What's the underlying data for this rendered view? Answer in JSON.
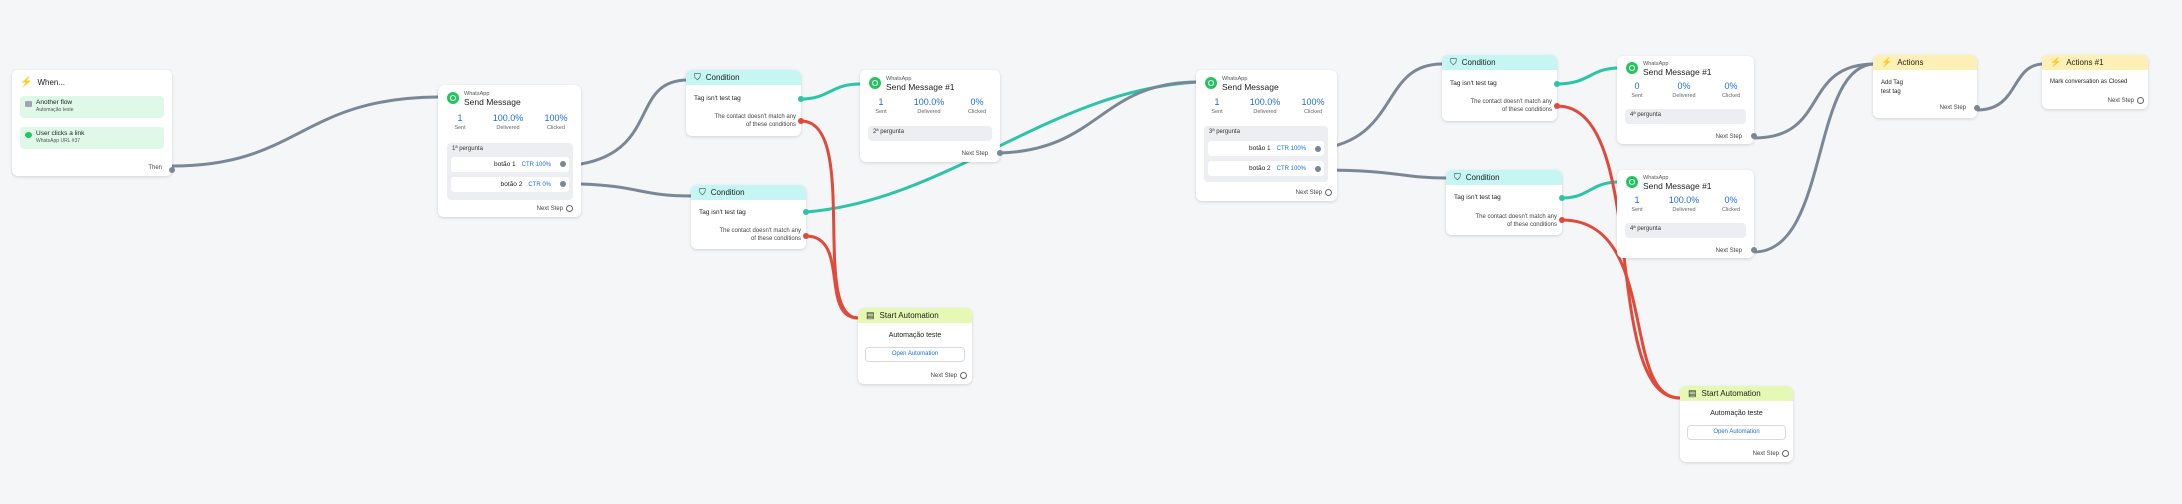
{
  "colors": {
    "edge_gray": "#7a8797",
    "edge_green": "#2bc5a5",
    "edge_red": "#e04a3a",
    "accent_blue": "#1d6fe0"
  },
  "trigger": {
    "title": "When...",
    "items": [
      {
        "icon": "flow-icon",
        "title": "Another flow",
        "subtitle": "Automação teste"
      },
      {
        "icon": "whatsapp-icon",
        "title": "User clicks a link",
        "subtitle": "WhatsApp URL #37"
      }
    ],
    "next_label": "Then"
  },
  "msg1": {
    "channel": "WhatsApp",
    "title": "Send Message",
    "stats": [
      {
        "value": "1",
        "label": "Sent"
      },
      {
        "value": "100.0%",
        "label": "Delivered"
      },
      {
        "value": "100%",
        "label": "Clicked"
      }
    ],
    "question": "1ª pergunta",
    "buttons": [
      {
        "label": "botão 1",
        "ctr": "CTR 100%"
      },
      {
        "label": "botão 2",
        "ctr": "CTR 0%"
      }
    ],
    "next": "Next Step"
  },
  "cond1": {
    "header": "Condition",
    "rule": "Tag isn't test tag",
    "fail1": "The contact doesn't match any",
    "fail2": "of these conditions"
  },
  "cond2": {
    "header": "Condition",
    "rule": "Tag isn't test tag",
    "fail1": "The contact doesn't match any",
    "fail2": "of these conditions"
  },
  "msg2": {
    "channel": "WhatsApp",
    "title": "Send Message #1",
    "stats": [
      {
        "value": "1",
        "label": "Sent"
      },
      {
        "value": "100.0%",
        "label": "Delivered"
      },
      {
        "value": "0%",
        "label": "Clicked"
      }
    ],
    "question": "2ª pergunta",
    "next": "Next Step"
  },
  "start1": {
    "header": "Start Automation",
    "name": "Automação teste",
    "button": "Open Automation",
    "next": "Next Step"
  },
  "msg3": {
    "channel": "WhatsApp",
    "title": "Send Message",
    "stats": [
      {
        "value": "1",
        "label": "Sent"
      },
      {
        "value": "100.0%",
        "label": "Delivered"
      },
      {
        "value": "100%",
        "label": "Clicked"
      }
    ],
    "question": "3ª pergunta",
    "buttons": [
      {
        "label": "botão 1",
        "ctr": "CTR 100%"
      },
      {
        "label": "botão 2",
        "ctr": "CTR 100%"
      }
    ],
    "next": "Next Step"
  },
  "cond3": {
    "header": "Condition",
    "rule": "Tag isn't test tag",
    "fail1": "The contact doesn't match any",
    "fail2": "of these conditions"
  },
  "cond4": {
    "header": "Condition",
    "rule": "Tag isn't test tag",
    "fail1": "The contact doesn't match any",
    "fail2": "of these conditions"
  },
  "msg4": {
    "channel": "WhatsApp",
    "title": "Send Message #1",
    "stats": [
      {
        "value": "0",
        "label": "Sent"
      },
      {
        "value": "0%",
        "label": "Delivered"
      },
      {
        "value": "0%",
        "label": "Clicked"
      }
    ],
    "question": "4ª pergunta",
    "next": "Next Step"
  },
  "msg5": {
    "channel": "WhatsApp",
    "title": "Send Message #1",
    "stats": [
      {
        "value": "1",
        "label": "Sent"
      },
      {
        "value": "100.0%",
        "label": "Delivered"
      },
      {
        "value": "0%",
        "label": "Clicked"
      }
    ],
    "question": "4ª pergunta",
    "next": "Next Step"
  },
  "actions1": {
    "header": "Actions",
    "line1": "Add Tag",
    "line2": "test tag",
    "next": "Next Step"
  },
  "actions2": {
    "header": "Actions #1",
    "line1": "Mark conversation as Closed",
    "next": "Next Step"
  },
  "start2": {
    "header": "Start Automation",
    "name": "Automação teste",
    "button": "Open Automation",
    "next": "Next Step"
  }
}
